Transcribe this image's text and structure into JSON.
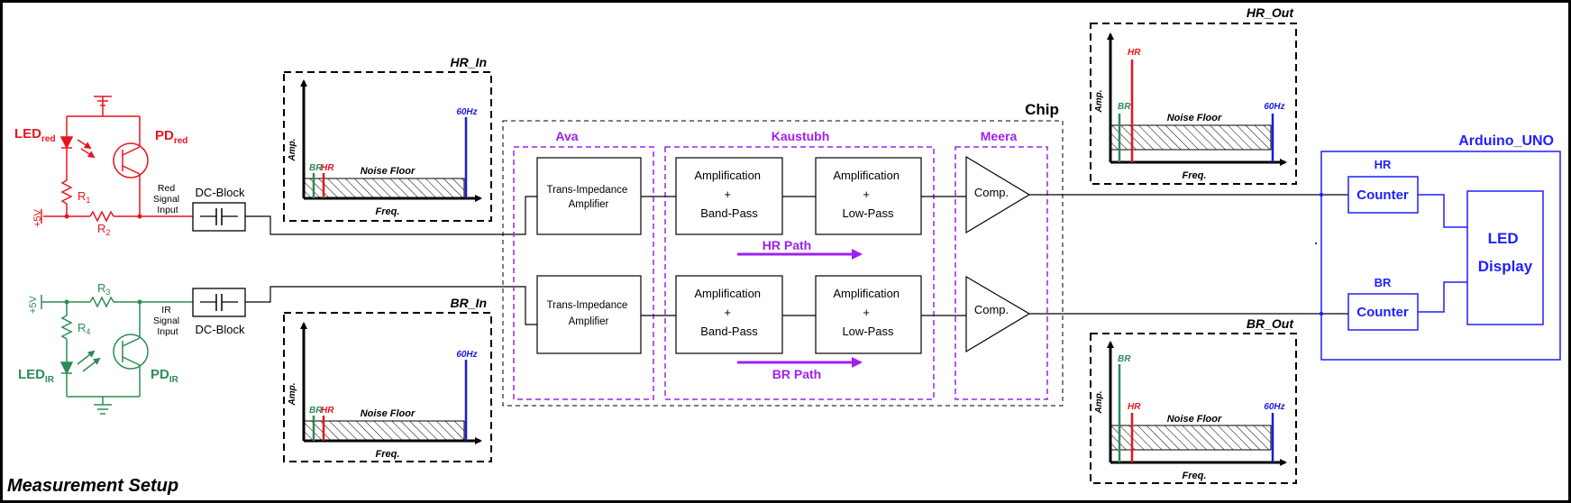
{
  "caption": "Measurement Setup",
  "colors": {
    "red": "#e8141c",
    "green": "#2e8b57",
    "blue": "#1a1adb",
    "purple": "#a020f0",
    "bright_blue": "#1f1fff",
    "black": "#000000"
  },
  "sensor": {
    "led_red": {
      "base": "LED",
      "sub": "red"
    },
    "pd_red": {
      "base": "PD",
      "sub": "red"
    },
    "led_ir": {
      "base": "LED",
      "sub": "IR"
    },
    "pd_ir": {
      "base": "PD",
      "sub": "IR"
    },
    "r1": {
      "base": "R",
      "sub": "1"
    },
    "r2": {
      "base": "R",
      "sub": "2"
    },
    "r3": {
      "base": "R",
      "sub": "3"
    },
    "r4": {
      "base": "R",
      "sub": "4"
    },
    "vcc_top": "+5V",
    "vcc_bottom": "+5V",
    "red_signal": [
      "Red",
      "Signal",
      "Input"
    ],
    "ir_signal": [
      "IR",
      "Signal",
      "Input"
    ]
  },
  "dc_block_top": "DC-Block",
  "dc_block_bottom": "DC-Block",
  "spectra": {
    "hr_in": {
      "title": "HR_In",
      "axis_y": "Amp.",
      "axis_x": "Freq.",
      "noise": "Noise Floor",
      "br": "BR",
      "hr": "HR",
      "hz60": "60Hz"
    },
    "br_in": {
      "title": "BR_In",
      "axis_y": "Amp.",
      "axis_x": "Freq.",
      "noise": "Noise Floor",
      "br": "BR",
      "hr": "HR",
      "hz60": "60Hz"
    },
    "hr_out": {
      "title": "HR_Out",
      "axis_y": "Amp.",
      "axis_x": "Freq.",
      "noise": "Noise Floor",
      "br": "BR",
      "hr": "HR",
      "hz60": "60Hz"
    },
    "br_out": {
      "title": "BR_Out",
      "axis_y": "Amp.",
      "axis_x": "Freq.",
      "noise": "Noise Floor",
      "br": "BR",
      "hr": "HR",
      "hz60": "60Hz"
    }
  },
  "chip": {
    "label": "Chip",
    "ava": "Ava",
    "kaustubh": "Kaustubh",
    "meera": "Meera",
    "tia_top": [
      "Trans-Impedance",
      "Amplifier"
    ],
    "tia_bottom": [
      "Trans-Impedance",
      "Amplifier"
    ],
    "bp_top": [
      "Amplification",
      "+",
      "Band-Pass"
    ],
    "bp_bottom": [
      "Amplification",
      "+",
      "Band-Pass"
    ],
    "lp_top": [
      "Amplification",
      "+",
      "Low-Pass"
    ],
    "lp_bottom": [
      "Amplification",
      "+",
      "Low-Pass"
    ],
    "hr_path": "HR Path",
    "br_path": "BR Path",
    "comp_top": "Comp.",
    "comp_bottom": "Comp."
  },
  "arduino": {
    "title": "Arduino_UNO",
    "hr": "HR",
    "br": "BR",
    "counter_top": "Counter",
    "counter_bottom": "Counter",
    "led_display": [
      "LED",
      "Display"
    ]
  }
}
